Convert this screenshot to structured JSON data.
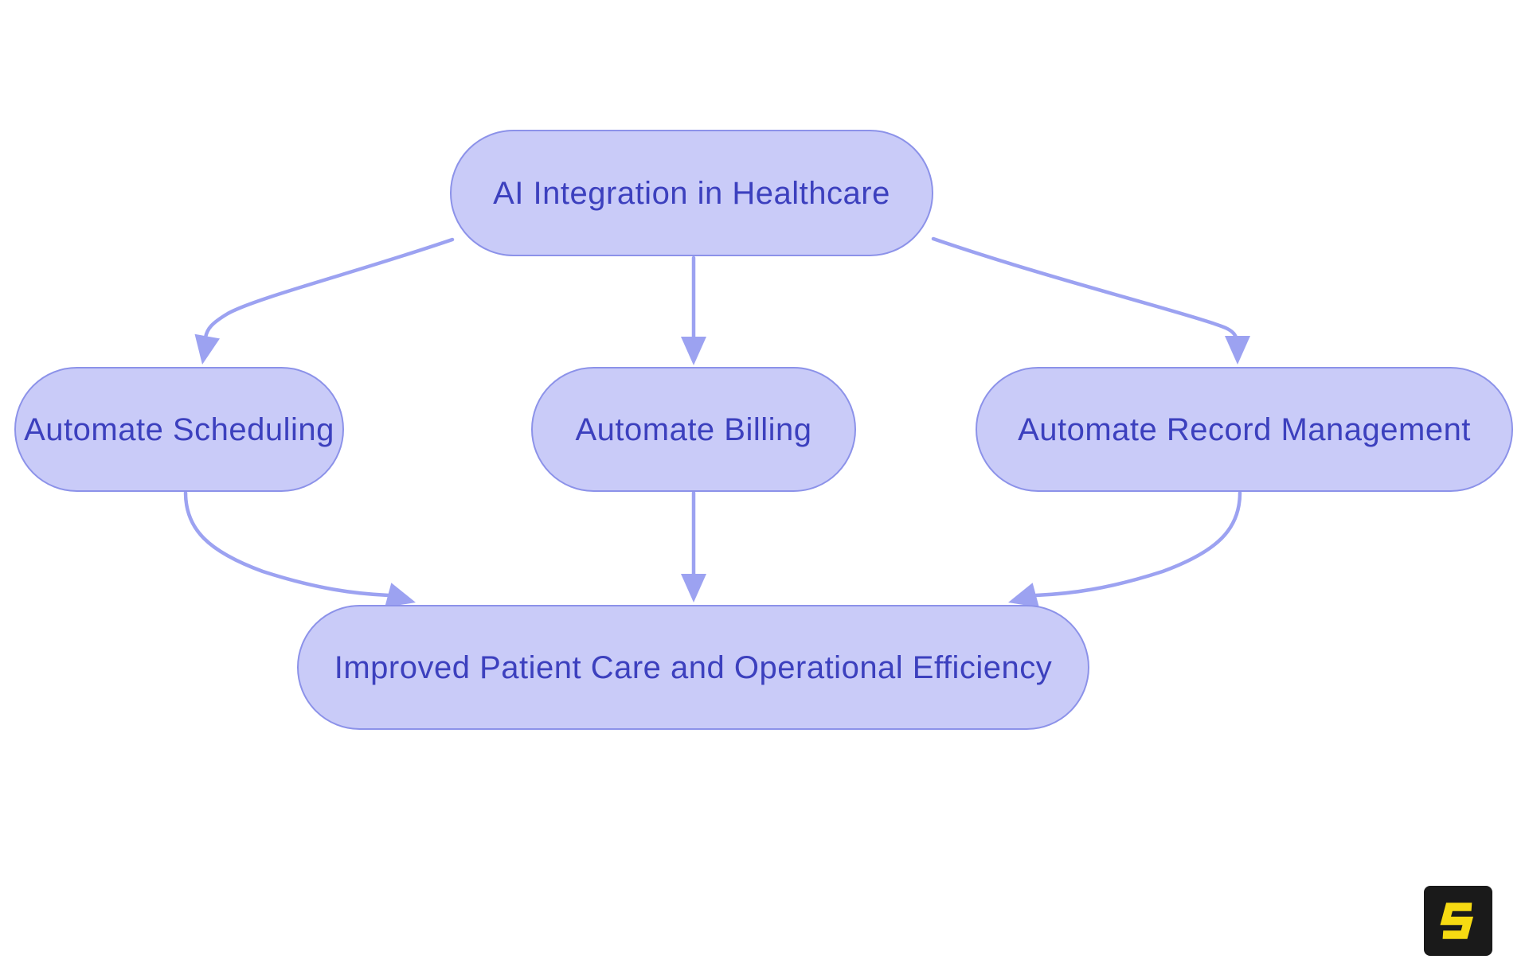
{
  "diagram": {
    "type": "flowchart",
    "direction": "top-down",
    "nodes": [
      {
        "id": "ai",
        "label": "AI Integration in Healthcare"
      },
      {
        "id": "scheduling",
        "label": "Automate Scheduling"
      },
      {
        "id": "billing",
        "label": "Automate Billing"
      },
      {
        "id": "records",
        "label": "Automate Record Management"
      },
      {
        "id": "outcome",
        "label": "Improved Patient Care and Operational Efficiency"
      }
    ],
    "edges": [
      {
        "from": "ai",
        "to": "scheduling"
      },
      {
        "from": "ai",
        "to": "billing"
      },
      {
        "from": "ai",
        "to": "records"
      },
      {
        "from": "scheduling",
        "to": "outcome"
      },
      {
        "from": "billing",
        "to": "outcome"
      },
      {
        "from": "records",
        "to": "outcome"
      }
    ],
    "colors": {
      "node_fill": "#C9CBF8",
      "node_border": "#8C92E9",
      "node_text": "#3C40BE",
      "arrow": "#9CA2F1",
      "background": "#FFFFFF"
    }
  },
  "watermark": {
    "letter": "S",
    "background": "#1A1A1A",
    "foreground": "#F6DA12"
  }
}
